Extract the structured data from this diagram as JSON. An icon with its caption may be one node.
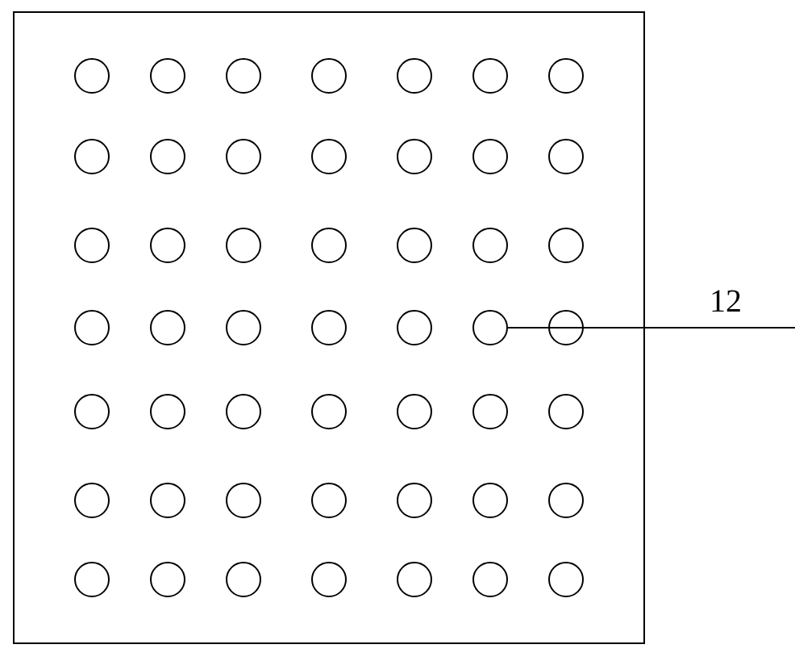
{
  "diagram": {
    "nodes": [
      {
        "text": [],
        "shape": "box"
      },
      {
        "text": [],
        "shape": "circle",
        "in": 0
      },
      {
        "text": [],
        "shape": "circle",
        "in": 0
      },
      {
        "text": [],
        "shape": "circle",
        "in": 0
      },
      {
        "text": [],
        "shape": "circle",
        "in": 0
      },
      {
        "text": [],
        "shape": "circle",
        "in": 0
      },
      {
        "text": [],
        "shape": "circle",
        "in": 0
      },
      {
        "text": [],
        "shape": "circle",
        "in": 0
      },
      {
        "text": [],
        "shape": "circle",
        "in": 0
      },
      {
        "text": [],
        "shape": "circle",
        "in": 0
      },
      {
        "text": [],
        "shape": "circle",
        "in": 0
      },
      {
        "text": [],
        "shape": "circle",
        "in": 0
      },
      {
        "text": [],
        "shape": "circle",
        "in": 0
      },
      {
        "text": [],
        "shape": "circle",
        "in": 0
      },
      {
        "text": [],
        "shape": "circle",
        "in": 0
      },
      {
        "text": [],
        "shape": "circle",
        "in": 0
      },
      {
        "text": [],
        "shape": "circle",
        "in": 0
      },
      {
        "text": [],
        "shape": "circle",
        "in": 0
      },
      {
        "text": [],
        "shape": "circle",
        "in": 0
      },
      {
        "text": [],
        "shape": "circle",
        "in": 0
      },
      {
        "text": [],
        "shape": "circle",
        "in": 0
      },
      {
        "text": [],
        "shape": "circle",
        "in": 0
      },
      {
        "text": [],
        "shape": "circle",
        "in": 0
      },
      {
        "text": [],
        "shape": "circle",
        "in": 0
      },
      {
        "text": [],
        "shape": "circle",
        "in": 0
      },
      {
        "text": [],
        "shape": "circle",
        "in": 0
      },
      {
        "text": [],
        "shape": "circle",
        "in": 0
      },
      {
        "text": [],
        "shape": "circle",
        "in": 0
      },
      {
        "text": [],
        "shape": "circle",
        "in": 0
      },
      {
        "text": [],
        "shape": "circle",
        "in": 0
      },
      {
        "text": [],
        "shape": "circle",
        "in": 0
      },
      {
        "text": [],
        "shape": "circle",
        "in": 0
      },
      {
        "text": [],
        "shape": "circle",
        "in": 0
      },
      {
        "text": [],
        "shape": "circle",
        "in": 0
      },
      {
        "text": [],
        "shape": "circle",
        "in": 0
      },
      {
        "text": [],
        "shape": "circle",
        "in": 0
      },
      {
        "text": [],
        "shape": "circle",
        "in": 0
      },
      {
        "text": [],
        "shape": "circle",
        "in": 0
      },
      {
        "text": [],
        "shape": "circle",
        "in": 0
      },
      {
        "text": [],
        "shape": "circle",
        "in": 0
      },
      {
        "text": [],
        "shape": "circle",
        "in": 0
      },
      {
        "text": [],
        "shape": "circle",
        "in": 0
      },
      {
        "text": [],
        "shape": "circle",
        "in": 0
      },
      {
        "text": [],
        "shape": "circle",
        "in": 0
      },
      {
        "text": [],
        "shape": "circle",
        "in": 0
      },
      {
        "text": [],
        "shape": "circle",
        "in": 0
      },
      {
        "text": [],
        "shape": "circle",
        "in": 0
      },
      {
        "text": [],
        "shape": "circle",
        "in": 0
      },
      {
        "text": [],
        "shape": "circle",
        "in": 0
      },
      {
        "text": [],
        "shape": "circle",
        "in": 0
      },
      {
        "text": [
          "12"
        ]
      }
    ],
    "edges": [
      {
        "from": 50,
        "to": 27,
        "arrow": "none"
      }
    ]
  }
}
